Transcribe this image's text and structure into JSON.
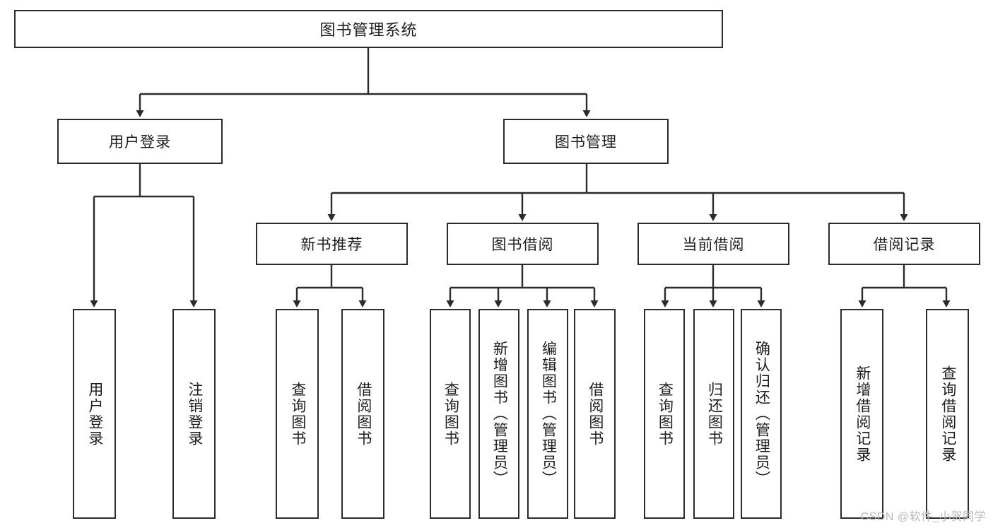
{
  "diagram": {
    "type": "tree-hierarchy",
    "title": "图书管理系统",
    "watermark": "CSDN @软件_小贺同学",
    "colors": {
      "box_border": "#2b2b2b",
      "box_fill": "#ffffff",
      "line": "#2b2b2b",
      "text": "#1c1c1c",
      "watermark": "#b9b9b9"
    },
    "levels": {
      "root": {
        "label": "图书管理系统"
      },
      "level2": [
        {
          "label": "用户登录"
        },
        {
          "label": "图书管理"
        }
      ],
      "level3": [
        {
          "label": "新书推荐"
        },
        {
          "label": "图书借阅"
        },
        {
          "label": "当前借阅"
        },
        {
          "label": "借阅记录"
        }
      ],
      "leaves": [
        {
          "label": "用户登录",
          "parent": "用户登录"
        },
        {
          "label": "注销登录",
          "parent": "用户登录"
        },
        {
          "label": "查询图书",
          "parent": "新书推荐"
        },
        {
          "label": "借阅图书",
          "parent": "新书推荐"
        },
        {
          "label": "查询图书",
          "parent": "图书借阅"
        },
        {
          "label": "新增图书（管理员）",
          "parent": "图书借阅"
        },
        {
          "label": "编辑图书（管理员）",
          "parent": "图书借阅"
        },
        {
          "label": "借阅图书",
          "parent": "图书借阅"
        },
        {
          "label": "查询图书",
          "parent": "当前借阅"
        },
        {
          "label": "归还图书",
          "parent": "当前借阅"
        },
        {
          "label": "确认归还（管理员）",
          "parent": "当前借阅"
        },
        {
          "label": "新增借阅记录",
          "parent": "借阅记录"
        },
        {
          "label": "查询借阅记录",
          "parent": "借阅记录"
        }
      ]
    }
  }
}
